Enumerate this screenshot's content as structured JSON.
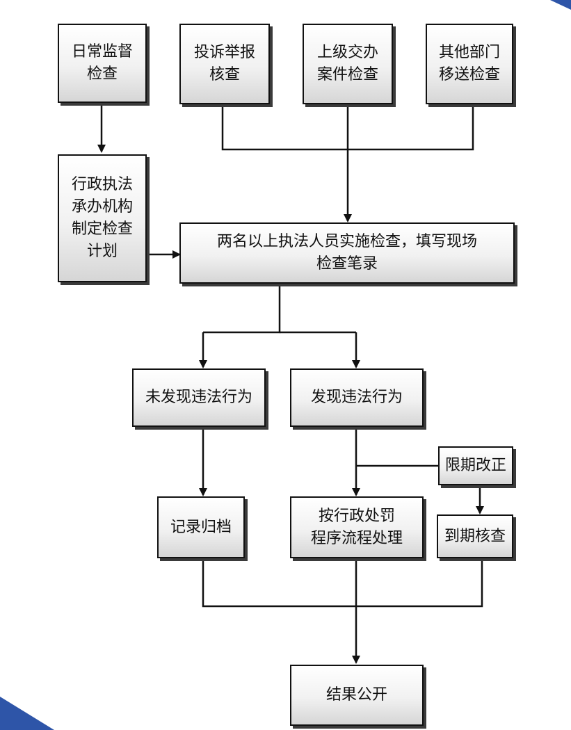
{
  "nodes": {
    "daily": [
      "日常监督",
      "检查"
    ],
    "complaint": [
      "投诉举报",
      "核查"
    ],
    "superior": [
      "上级交办",
      "案件检查"
    ],
    "transfer": [
      "其他部门",
      "移送检查"
    ],
    "plan": [
      "行政执法",
      "承办机构",
      "制定检查",
      "计划"
    ],
    "inspect": [
      "两名以上执法人员实施检查，填写现场",
      "检查笔录"
    ],
    "none_found": [
      "未发现违法行为"
    ],
    "found": [
      "发现违法行为"
    ],
    "rectify": [
      "限期改正"
    ],
    "archive": [
      "记录归档"
    ],
    "penalty": [
      "按行政处罚",
      "程序流程处理"
    ],
    "recheck": [
      "到期核查"
    ],
    "publish": [
      "结果公开"
    ]
  },
  "colors": {
    "line": "#111111",
    "accent": "#2e55a8",
    "box_top": "#ffffff",
    "box_bottom": "#d6d6d6"
  }
}
